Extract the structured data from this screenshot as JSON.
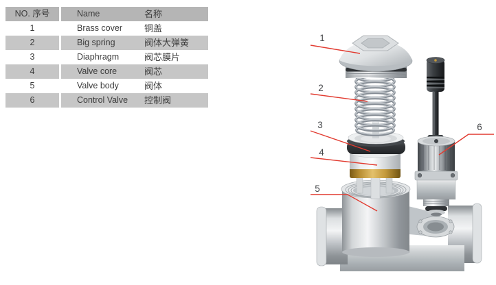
{
  "table": {
    "headers": {
      "no": "NO. 序号",
      "name": "Name",
      "cname": "名称"
    },
    "rows": [
      {
        "no": "1",
        "name": "Brass cover",
        "cname": "铜盖"
      },
      {
        "no": "2",
        "name": "Big spring",
        "cname": "阀体大弹簧"
      },
      {
        "no": "3",
        "name": "Diaphragm",
        "cname": "阀芯膜片"
      },
      {
        "no": "4",
        "name": "Valve core",
        "cname": "阀芯"
      },
      {
        "no": "5",
        "name": "Valve body",
        "cname": "阀体"
      },
      {
        "no": "6",
        "name": "Control Valve",
        "cname": "控制阀"
      }
    ]
  },
  "diagram": {
    "callouts": [
      {
        "num": "1",
        "part": "brass-cover"
      },
      {
        "num": "2",
        "part": "big-spring"
      },
      {
        "num": "3",
        "part": "diaphragm"
      },
      {
        "num": "4",
        "part": "valve-core"
      },
      {
        "num": "5",
        "part": "valve-body"
      },
      {
        "num": "6",
        "part": "control-valve"
      }
    ]
  },
  "colors": {
    "leader_red": "#e23b30",
    "callout_text": "#46484b",
    "table_header_gray": "#b5b5b5",
    "table_row_gray": "#c6c6c6",
    "gold_band": "#c49a3c",
    "dark_rubber": "#2f3235"
  }
}
